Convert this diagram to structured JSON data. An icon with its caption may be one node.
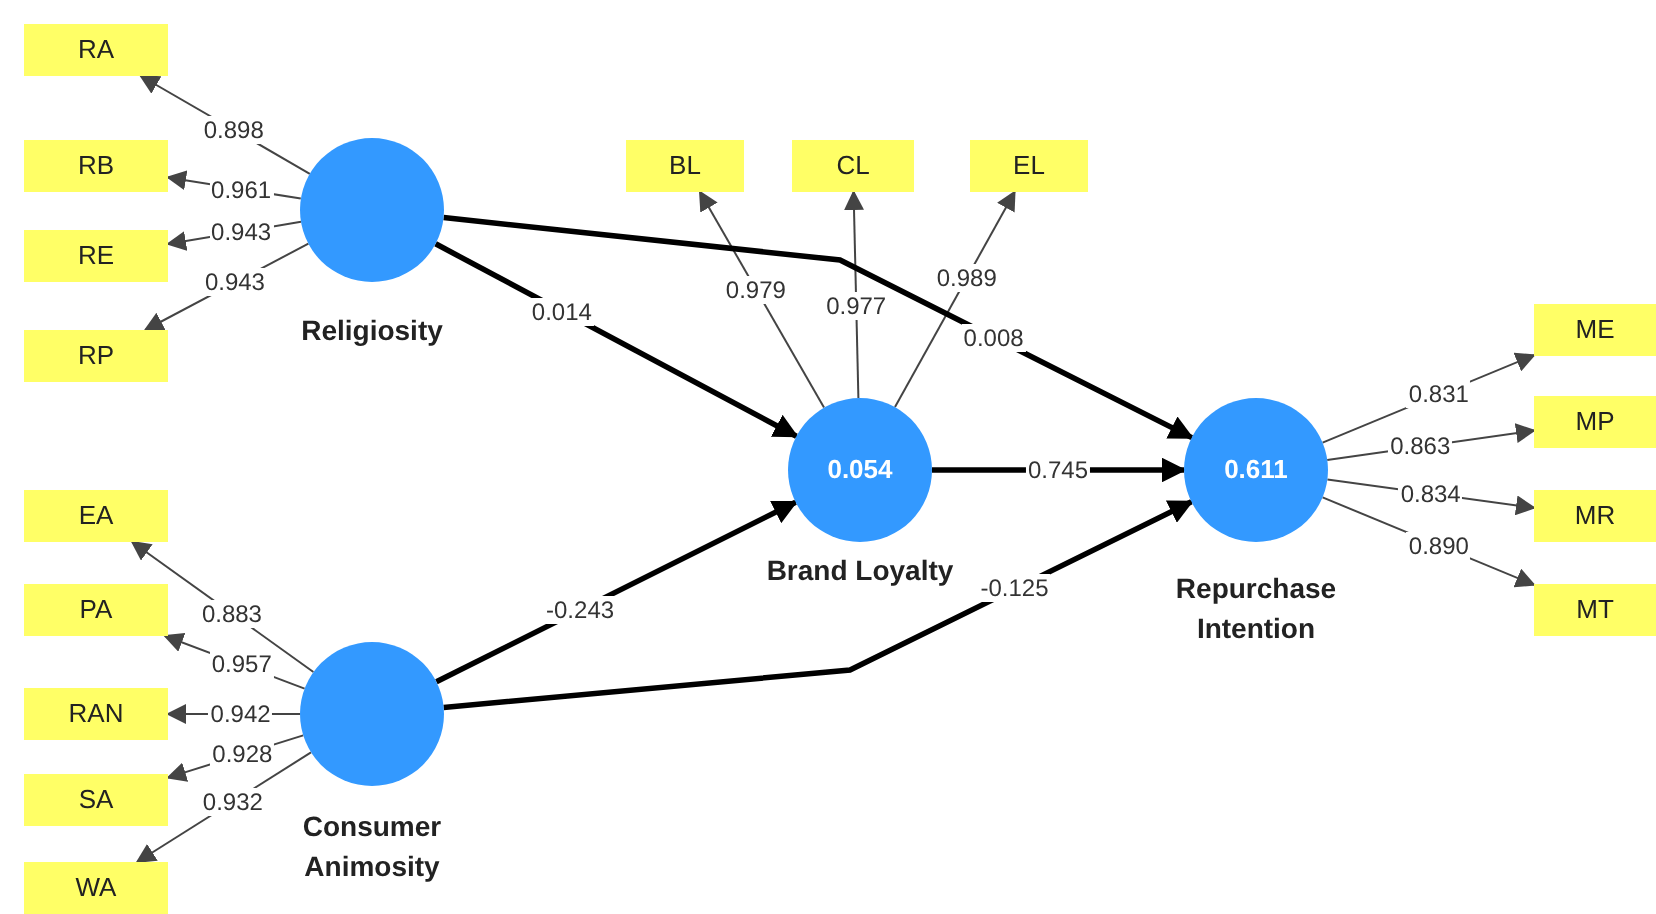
{
  "diagram": {
    "nodes": [
      {
        "text": [
          "RA"
        ]
      },
      {
        "text": [
          "RB"
        ]
      },
      {
        "text": [
          "RE"
        ]
      },
      {
        "text": [
          "RP"
        ]
      },
      {
        "text": [
          "EA"
        ]
      },
      {
        "text": [
          "PA"
        ]
      },
      {
        "text": [
          "RAN"
        ]
      },
      {
        "text": [
          "SA"
        ]
      },
      {
        "text": [
          "WA"
        ]
      },
      {
        "text": [
          "Religiosity"
        ]
      },
      {
        "text": [
          "Consumer Animosity"
        ]
      },
      {
        "text": [
          "BL"
        ]
      },
      {
        "text": [
          "CL"
        ]
      },
      {
        "text": [
          "EL"
        ]
      },
      {
        "text": [
          "0.054",
          "Brand Loyalty"
        ]
      },
      {
        "text": [
          "ME"
        ]
      },
      {
        "text": [
          "MP"
        ]
      },
      {
        "text": [
          "MR"
        ]
      },
      {
        "text": [
          "MT"
        ]
      },
      {
        "text": [
          "0.611",
          "Repurchase Intention"
        ]
      }
    ],
    "edges": [
      {
        "from": 9,
        "to": 0,
        "arrow": "to",
        "label": "0.898"
      },
      {
        "from": 9,
        "to": 1,
        "arrow": "to",
        "label": "0.961"
      },
      {
        "from": 9,
        "to": 2,
        "arrow": "to",
        "label": "0.943"
      },
      {
        "from": 9,
        "to": 3,
        "arrow": "to",
        "label": "0.943"
      },
      {
        "from": 10,
        "to": 4,
        "arrow": "to",
        "label": "0.883"
      },
      {
        "from": 10,
        "to": 5,
        "arrow": "to",
        "label": "0.957"
      },
      {
        "from": 10,
        "to": 6,
        "arrow": "to",
        "label": "0.942"
      },
      {
        "from": 10,
        "to": 7,
        "arrow": "to",
        "label": "0.928"
      },
      {
        "from": 10,
        "to": 8,
        "arrow": "to",
        "label": "0.932"
      },
      {
        "from": 14,
        "to": 11,
        "arrow": "to",
        "label": "0.979"
      },
      {
        "from": 14,
        "to": 12,
        "arrow": "to",
        "label": "0.977"
      },
      {
        "from": 14,
        "to": 13,
        "arrow": "to",
        "label": "0.989"
      },
      {
        "from": 19,
        "to": 15,
        "arrow": "to",
        "label": "0.831"
      },
      {
        "from": 19,
        "to": 16,
        "arrow": "to",
        "label": "0.863"
      },
      {
        "from": 19,
        "to": 17,
        "arrow": "to",
        "label": "0.834"
      },
      {
        "from": 19,
        "to": 18,
        "arrow": "to",
        "label": "0.890"
      },
      {
        "from": 9,
        "to": 14,
        "arrow": "to",
        "label": "0.014",
        "style": "thick"
      },
      {
        "from": 9,
        "to": 19,
        "arrow": "to",
        "label": "0.008",
        "style": "thick"
      },
      {
        "from": 10,
        "to": 14,
        "arrow": "to",
        "label": "-0.243",
        "style": "thick"
      },
      {
        "from": 10,
        "to": 19,
        "arrow": "to",
        "label": "-0.125",
        "style": "thick"
      },
      {
        "from": 14,
        "to": 19,
        "arrow": "to",
        "label": "0.745",
        "style": "thick"
      }
    ]
  }
}
